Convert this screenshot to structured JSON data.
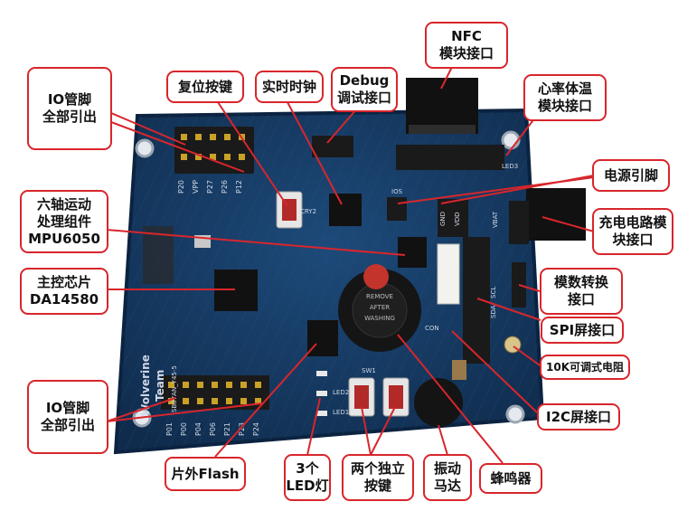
{
  "colors": {
    "board": "#15365e",
    "board_edge": "#0f2a4a",
    "accent_red": "#d8262c",
    "silk": "#cfd8e6"
  },
  "board_silkscreen": {
    "team_lines": [
      "Wolverine",
      "Team"
    ],
    "version": "SB07AN_Y45-5",
    "header_top_labels": [
      "P20",
      "VPP",
      "P27",
      "P26",
      "P12"
    ],
    "header_bottom_labels": [
      "P01",
      "P00",
      "P04",
      "P06",
      "P21",
      "P23",
      "P24"
    ],
    "component_marks": [
      "CRY2",
      "IOS",
      "GND",
      "VDD",
      "VBAT",
      "SCL",
      "SDA",
      "SW1",
      "LED3",
      "LED2",
      "LED1",
      "CON"
    ],
    "buzzer_lines": [
      "REMOVE",
      "AFTER",
      "WASHING"
    ]
  },
  "callouts": [
    {
      "id": "nfc",
      "lines": [
        "NFC",
        "模块接口"
      ]
    },
    {
      "id": "reset",
      "lines": [
        "复位按键"
      ]
    },
    {
      "id": "rtc",
      "lines": [
        "实时时钟"
      ]
    },
    {
      "id": "debug",
      "lines": [
        "Debug",
        "调试接口"
      ]
    },
    {
      "id": "io-top",
      "lines": [
        "IO管脚",
        "全部引出"
      ]
    },
    {
      "id": "heart",
      "lines": [
        "心率体温",
        "模块接口"
      ]
    },
    {
      "id": "power",
      "lines": [
        "电源引脚"
      ]
    },
    {
      "id": "mpu",
      "lines": [
        "六轴运动",
        "处理组件",
        "MPU6050"
      ]
    },
    {
      "id": "charge",
      "lines": [
        "充电电路模",
        "块接口"
      ]
    },
    {
      "id": "adc",
      "lines": [
        "模数转换",
        "接口"
      ]
    },
    {
      "id": "mcu",
      "lines": [
        "主控芯片",
        "DA14580"
      ]
    },
    {
      "id": "spi",
      "lines": [
        "SPI屏接口"
      ]
    },
    {
      "id": "pot",
      "lines": [
        "10K可调式电阻"
      ]
    },
    {
      "id": "io-bottom",
      "lines": [
        "IO管脚",
        "全部引出"
      ]
    },
    {
      "id": "i2c",
      "lines": [
        "I2C屏接口"
      ]
    },
    {
      "id": "flash",
      "lines": [
        "片外Flash"
      ]
    },
    {
      "id": "led",
      "lines": [
        "3个",
        "LED灯"
      ]
    },
    {
      "id": "keys",
      "lines": [
        "两个独立",
        "按键"
      ]
    },
    {
      "id": "motor",
      "lines": [
        "振动",
        "马达"
      ]
    },
    {
      "id": "buzzer",
      "lines": [
        "蜂鸣器"
      ]
    }
  ]
}
